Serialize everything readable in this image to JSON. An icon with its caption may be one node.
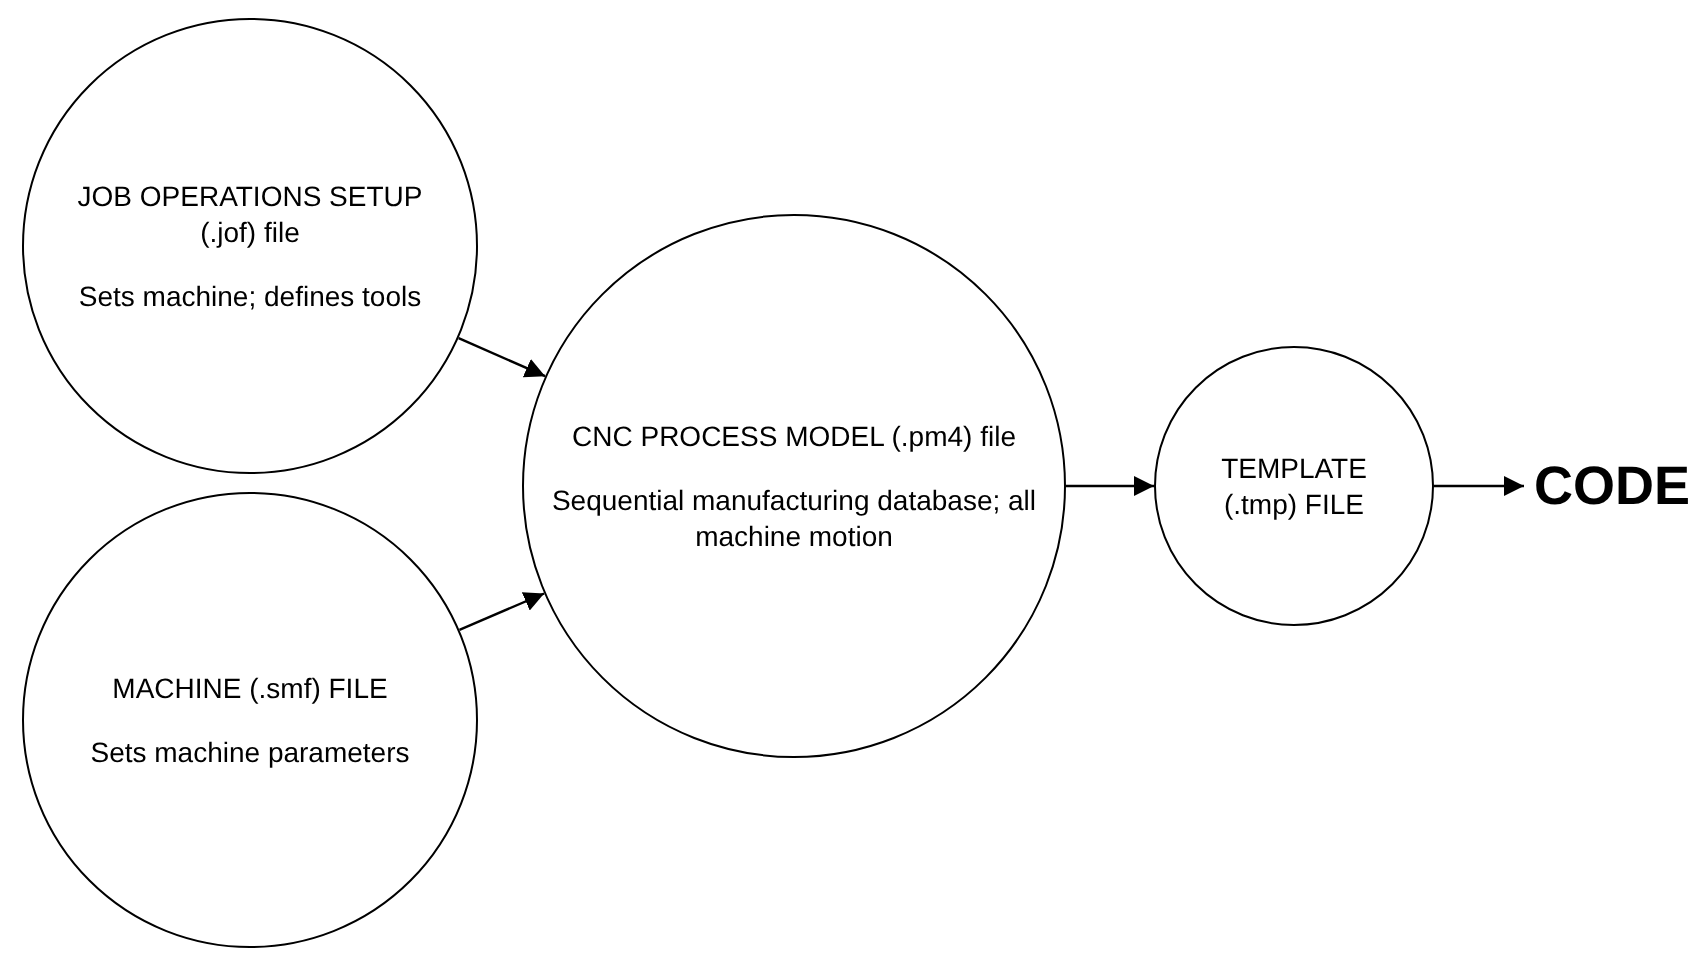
{
  "diagram": {
    "nodes": [
      {
        "text": [
          "JOB OPERATIONS SETUP (.jof) file",
          "Sets machine; defines tools"
        ]
      },
      {
        "text": [
          "MACHINE (.smf) FILE",
          "Sets machine parameters"
        ]
      },
      {
        "text": [
          "CNC PROCESS MODEL (.pm4) file",
          "Sequential manufacturing database; all machine motion"
        ]
      },
      {
        "text": [
          "TEMPLATE (.tmp) FILE"
        ]
      },
      {
        "text": [
          "CODE"
        ]
      }
    ],
    "edges": [
      {
        "from": 0,
        "to": 2,
        "arrow": "to"
      },
      {
        "from": 1,
        "to": 2,
        "arrow": "to"
      },
      {
        "from": 2,
        "to": 3,
        "arrow": "to"
      },
      {
        "from": 3,
        "to": 4,
        "arrow": "to"
      }
    ]
  }
}
